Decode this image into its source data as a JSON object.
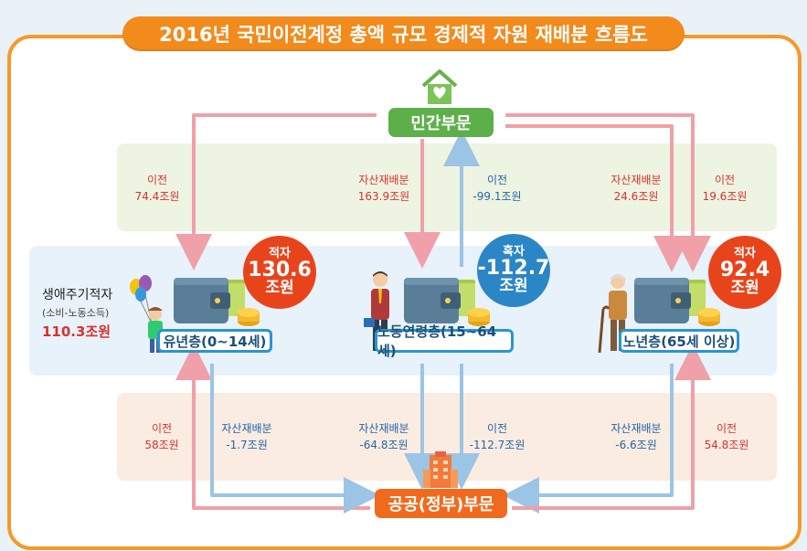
{
  "title": "2016년 국민이전계정 총액 규모 경제적 자원 재배분 흐름도",
  "sectors": {
    "private": "민간부문",
    "public": "공공(정부)부문"
  },
  "groups": {
    "young": "유년층(0~14세)",
    "working": "노동연령층(15~64세)",
    "elderly": "노년층(65세 이상)"
  },
  "balances": {
    "young": {
      "label": "적자",
      "value": "130.6",
      "unit": "조원",
      "color": "#e8441c"
    },
    "working": {
      "label": "흑자",
      "value": "-112.7",
      "unit": "조원",
      "color": "#2b86c5"
    },
    "elderly": {
      "label": "적자",
      "value": "92.4",
      "unit": "조원",
      "color": "#e8441c"
    }
  },
  "lifecycle": {
    "title": "생애주기적자",
    "subtitle": "(소비-노동소득)",
    "value": "110.3조원"
  },
  "private_flows": {
    "young_transfer": {
      "type": "이전",
      "amount": "74.4조원"
    },
    "working_realloc": {
      "type": "자산재배분",
      "amount": "163.9조원"
    },
    "working_transfer": {
      "type": "이전",
      "amount": "-99.1조원"
    },
    "elderly_realloc": {
      "type": "자산재배분",
      "amount": "24.6조원"
    },
    "elderly_transfer": {
      "type": "이전",
      "amount": "19.6조원"
    }
  },
  "public_flows": {
    "young_transfer": {
      "type": "이전",
      "amount": "58조원"
    },
    "young_realloc": {
      "type": "자산재배분",
      "amount": "-1.7조원"
    },
    "working_realloc": {
      "type": "자산재배분",
      "amount": "-64.8조원"
    },
    "working_transfer": {
      "type": "이전",
      "amount": "-112.7조원"
    },
    "elderly_realloc": {
      "type": "자산재배분",
      "amount": "-6.6조원"
    },
    "elderly_transfer": {
      "type": "이전",
      "amount": "54.8조원"
    }
  },
  "colors": {
    "accent_orange": "#f28a1c",
    "private_green": "#5db049",
    "public_orange": "#f06a1e",
    "arrow_pink": "#f0a0a8",
    "arrow_blue": "#9cc4e4"
  },
  "icons": [
    "house-icon",
    "child-balloon-icon",
    "wallet-icon",
    "coin-stack-icon",
    "businessman-icon",
    "elderly-man-icon",
    "government-building-icon"
  ]
}
